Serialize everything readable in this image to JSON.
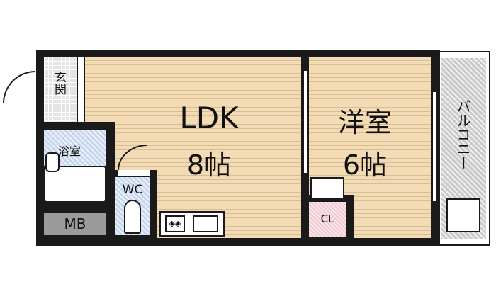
{
  "rooms": {
    "ldk": {
      "name": "LDK",
      "size": "8帖"
    },
    "western": {
      "name": "洋室",
      "size": "6帖"
    },
    "entrance": "玄関",
    "bath": "浴室",
    "wc": "WC",
    "mb": "MB",
    "closet": "CL",
    "balcony": "バルコニー"
  },
  "colors": {
    "floor": "#f3dcb5",
    "wet": "#c6d6ee",
    "closet": "#f1c9d0",
    "wall": "#1a1a1a"
  }
}
